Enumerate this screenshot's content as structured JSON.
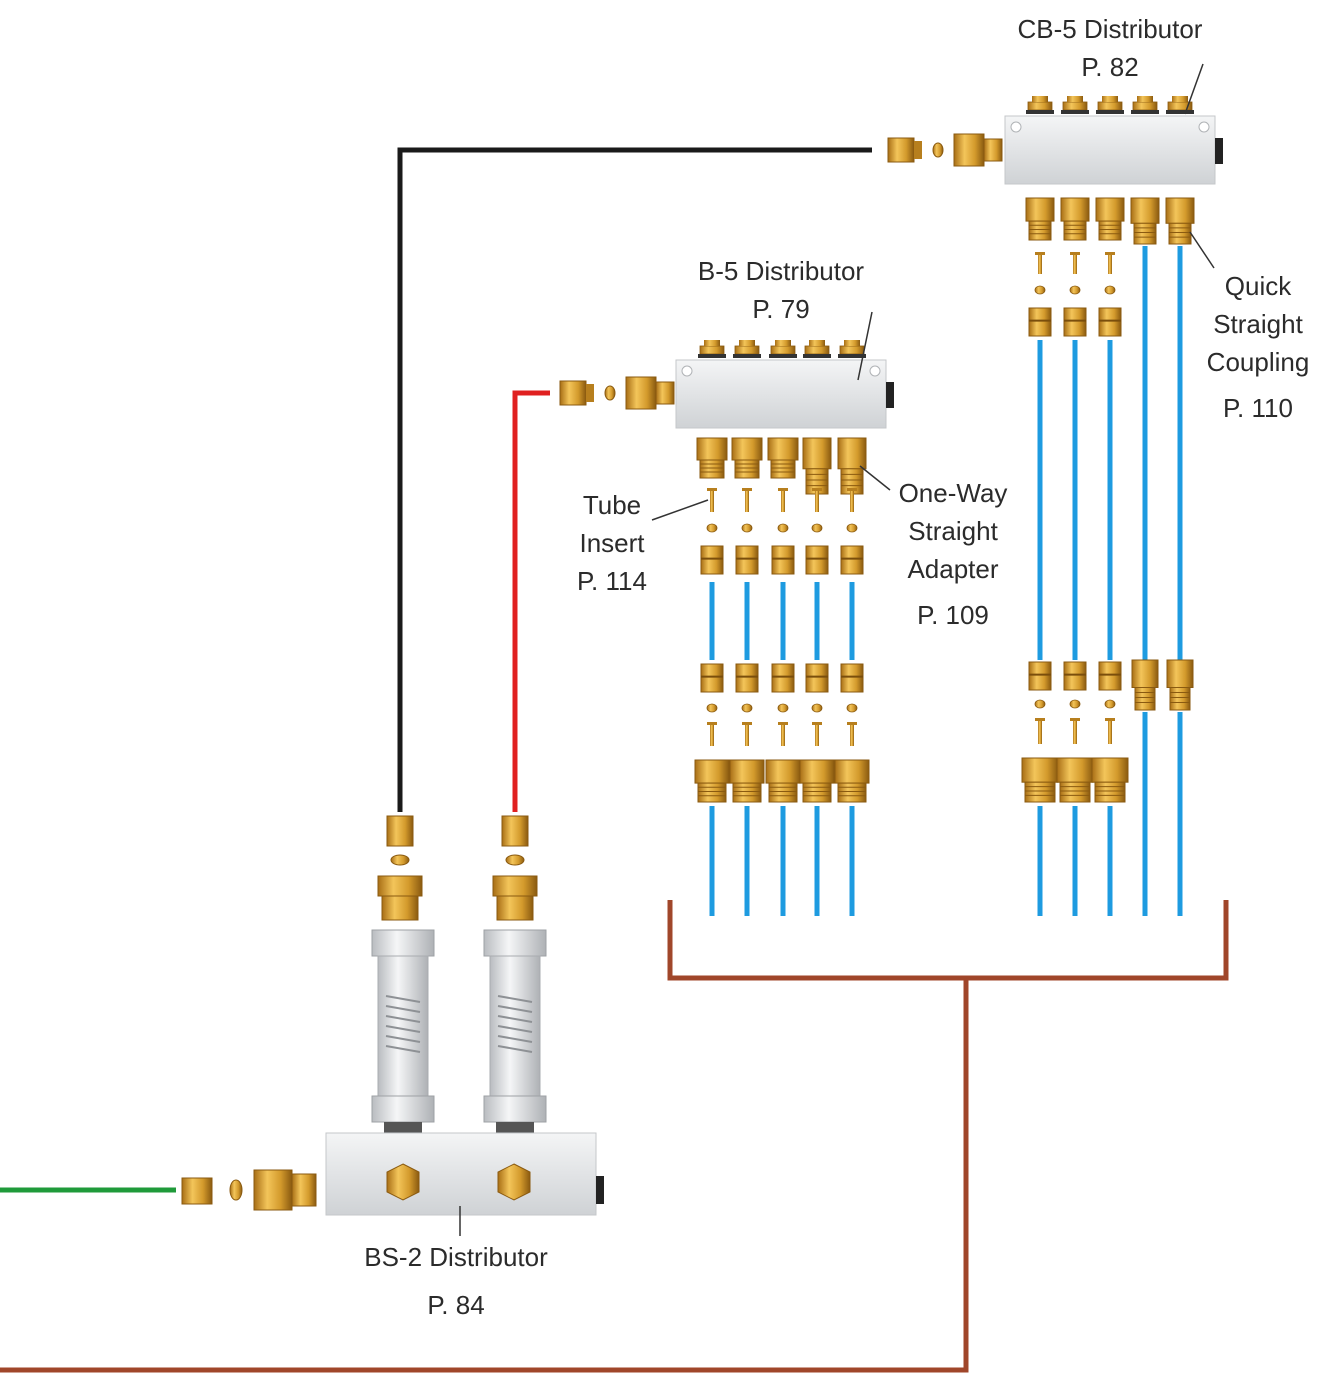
{
  "colors": {
    "black_line": "#1a1a1a",
    "red_line": "#e02020",
    "green_line": "#1f9a3a",
    "brown_line": "#a0462a",
    "blue_tube": "#1e9be0",
    "brass": "#d9a233",
    "brass_dark": "#8a5a10",
    "body_silver": "#e2e4e6"
  },
  "labels": {
    "cb5": {
      "name": "CB-5 Distributor",
      "page": "P. 82"
    },
    "b5": {
      "name": "B-5 Distributor",
      "page": "P. 79"
    },
    "quick": {
      "line1": "Quick",
      "line2": "Straight",
      "line3": "Coupling",
      "page": "P. 110"
    },
    "tube": {
      "line1": "Tube",
      "line2": "Insert",
      "page": "P. 114"
    },
    "oneway": {
      "line1": "One-Way",
      "line2": "Straight",
      "line3": "Adapter",
      "page": "P. 109"
    },
    "bs2": {
      "name": "BS-2 Distributor",
      "page": "P. 84"
    }
  }
}
